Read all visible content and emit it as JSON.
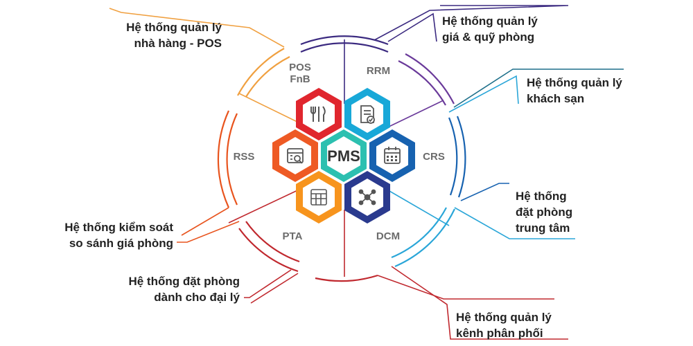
{
  "center": {
    "label": "PMS"
  },
  "segments": {
    "pos": [
      "POS",
      "FnB"
    ],
    "rrm": "RRM",
    "rss": "RSS",
    "crs": "CRS",
    "pta": "PTA",
    "dcm": "DCM"
  },
  "callouts": {
    "pos": [
      "Hệ thống quản lý",
      "nhà hàng - POS"
    ],
    "rrm": [
      "Hệ thống quản lý",
      "giá & quỹ phòng"
    ],
    "hotel": [
      "Hệ thống quản lý",
      "khách sạn"
    ],
    "crs": [
      "Hệ thống",
      "đặt phòng",
      "trung tâm"
    ],
    "rss": [
      "Hệ thống kiểm soát",
      "so sánh giá phòng"
    ],
    "pta": [
      "Hệ thống đặt phòng",
      "dành cho đại lý"
    ],
    "dcm": [
      "Hệ thống quản lý",
      "kênh phân phối"
    ]
  },
  "icons": {
    "fnb": "fork-knife-icon",
    "rrm": "document-check-icon",
    "rss": "calendar-search-icon",
    "crs": "calendar-icon",
    "pta": "calendar-grid-icon",
    "dcm": "network-icon"
  },
  "colors": {
    "pos": "#f0a040",
    "rrm": "#6a3a9a",
    "hotel": "#1d6f8a",
    "crs": "#2aa6d8",
    "rss": "#e8541e",
    "pta": "#c0282e",
    "dcm": "#263c8c",
    "hex_red": "#e0262e",
    "hex_teal": "#18a8d8",
    "hex_orange_red": "#ee5a24",
    "hex_center": "#2cc0b0",
    "hex_blue": "#1762b0",
    "hex_orange": "#f7941d",
    "hex_navy": "#2a3a8e"
  }
}
